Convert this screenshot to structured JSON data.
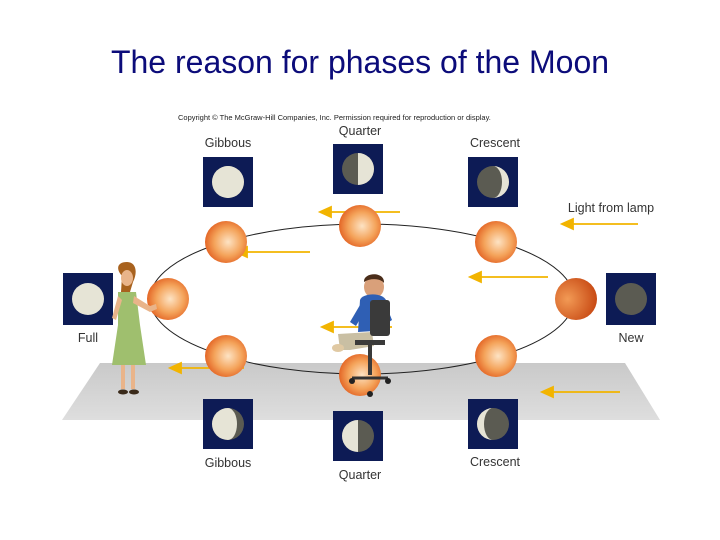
{
  "title": "The reason for phases of the Moon",
  "copyright": "Copyright © The McGraw-Hill Companies, Inc. Permission required for reproduction or display.",
  "labels": {
    "gibbous_top": "Gibbous",
    "quarter_top": "Quarter",
    "crescent_top": "Crescent",
    "light_from_lamp": "Light from lamp",
    "full": "Full",
    "new": "New",
    "gibbous_bottom": "Gibbous",
    "quarter_bottom": "Quarter",
    "crescent_bottom": "Crescent"
  },
  "colors": {
    "title": "#0c0c7a",
    "panel": "#0d1b55",
    "moon_lit": "#e6e4d6",
    "moon_dark": "#5b5b52",
    "ball_light": "#fde3c4",
    "ball_dark": "#e0581a",
    "arrow": "#f2b400",
    "floor": "#d3d3d3"
  },
  "icons": [
    "moon-phase-icon",
    "light-arrow-icon",
    "girl-figure",
    "boy-figure"
  ]
}
